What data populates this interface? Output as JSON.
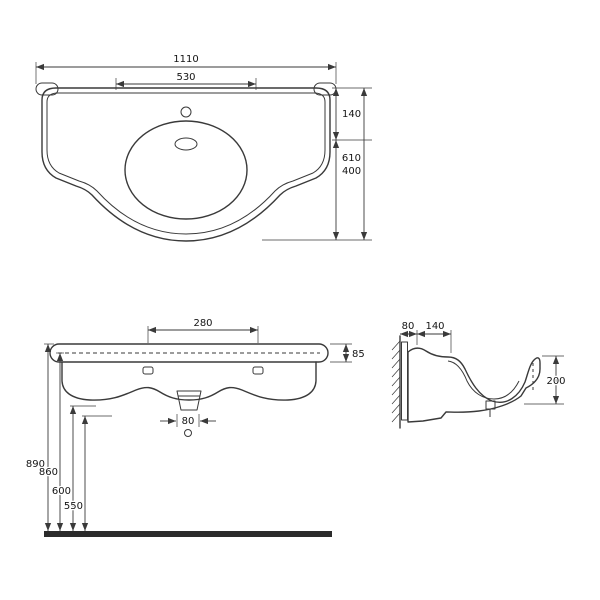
{
  "drawing": {
    "type": "technical-drawing",
    "subject": "wall-hung washbasin dimensioned orthographic views (top, front, side)",
    "colors": {
      "line": "#3a3a3a",
      "text": "#141414",
      "background": "#ffffff",
      "ground": "#2b2b2b"
    },
    "views": {
      "top": {
        "name": "top view",
        "dims": {
          "overall_width": "1110",
          "inner_width": "530",
          "back_to_basin": "140",
          "basin_to_front": "400",
          "overall_depth": "610"
        }
      },
      "front": {
        "name": "front view",
        "dims": {
          "tap_hole_spacing": "280",
          "rim_height": "85",
          "drain_diameter": "80",
          "height_to_rim": "890",
          "height_to_underside": "860",
          "height_to_apron": "600",
          "height_to_trap": "550"
        }
      },
      "side": {
        "name": "side view",
        "dims": {
          "wall_bracket_depth": "80",
          "back_ledge_depth": "140",
          "front_apron_height": "200"
        }
      }
    }
  }
}
